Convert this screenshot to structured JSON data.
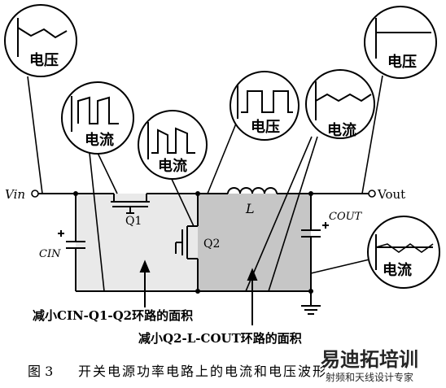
{
  "labels": {
    "vin": "Vin",
    "vout": "Vout",
    "inductor": "L",
    "q1": "Q1",
    "q2": "Q2",
    "cin": "CIN",
    "cout": "COUT",
    "bubble_vin_voltage": "电压",
    "bubble_q1_current": "电流",
    "bubble_q2_current": "电流",
    "bubble_sw_voltage": "电压",
    "bubble_l_current": "电流",
    "bubble_vout_voltage": "电压",
    "bubble_cout_current": "电流",
    "loop1_annotation": "减小CIN-Q1-Q2环路的面积",
    "loop2_annotation": "减小Q2-L-COUT环路的面积"
  },
  "caption": {
    "number": "图 3",
    "text": "开关电源功率电路上的电流和电压波形"
  },
  "watermark": {
    "brand": "易迪拓培训",
    "tagline": "射频和天线设计专家"
  },
  "colors": {
    "loop1_fill": "#e8e8e8",
    "loop2_fill": "#c8c8c8",
    "watermark": "#d55a20"
  }
}
